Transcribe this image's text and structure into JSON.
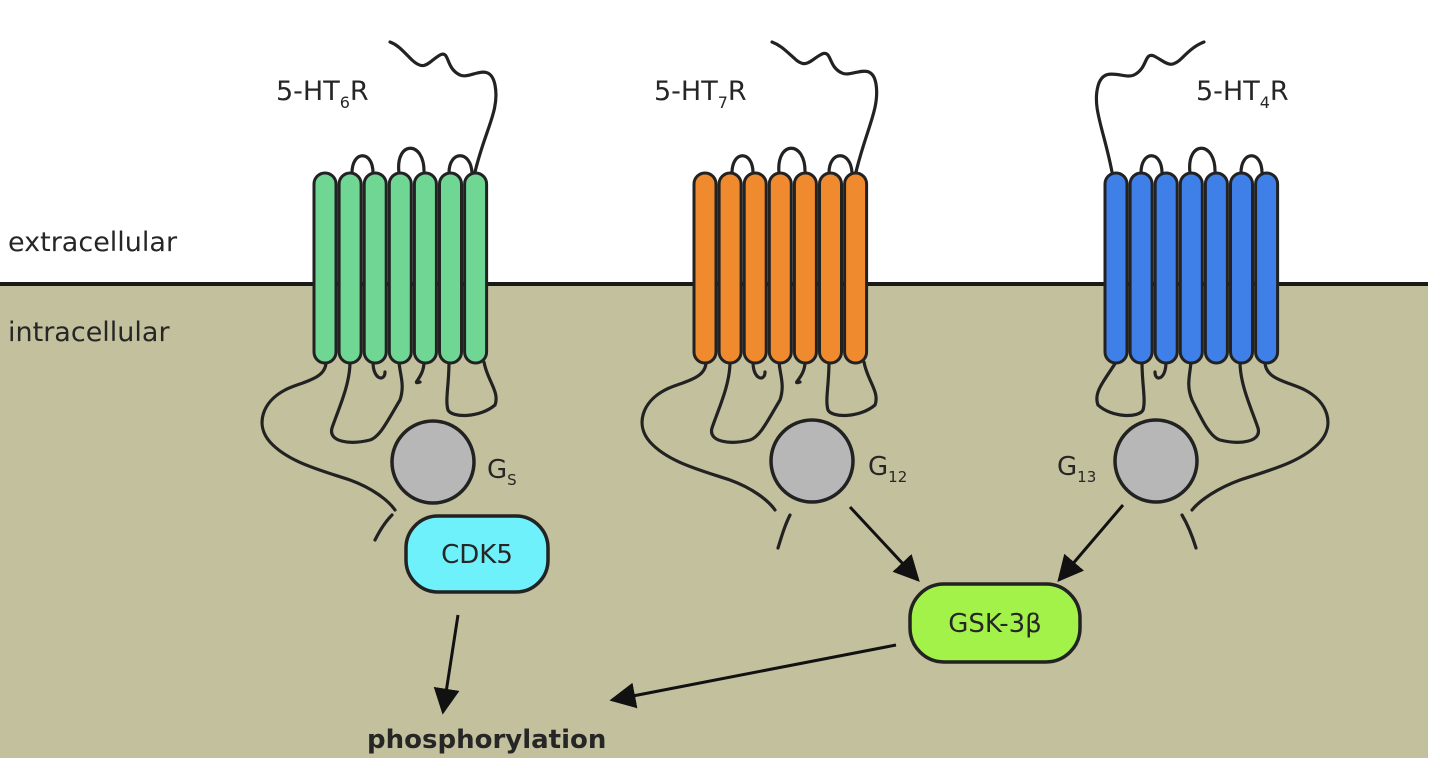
{
  "regions": {
    "extracellular": "extracellular",
    "intracellular": "intracellular"
  },
  "receptors": [
    {
      "name": "5-HT",
      "sub": "6",
      "suffix": "R",
      "color": "#6fd694"
    },
    {
      "name": "5-HT",
      "sub": "7",
      "suffix": "R",
      "color": "#f08a2e"
    },
    {
      "name": "5-HT",
      "sub": "4",
      "suffix": "R",
      "color": "#3f7fe8"
    }
  ],
  "g_proteins": [
    {
      "name": "G",
      "sub": "S"
    },
    {
      "name": "G",
      "sub": "12"
    },
    {
      "name": "G",
      "sub": "13"
    }
  ],
  "kinases": [
    {
      "name": "CDK5",
      "color": "#6ef1fb"
    },
    {
      "name": "GSK-3β",
      "color": "#a2f24a"
    }
  ],
  "outcome": "phosphorylation",
  "colors": {
    "membrane_interior": "#c2c09d",
    "membrane_line": "#1a1a1a"
  }
}
